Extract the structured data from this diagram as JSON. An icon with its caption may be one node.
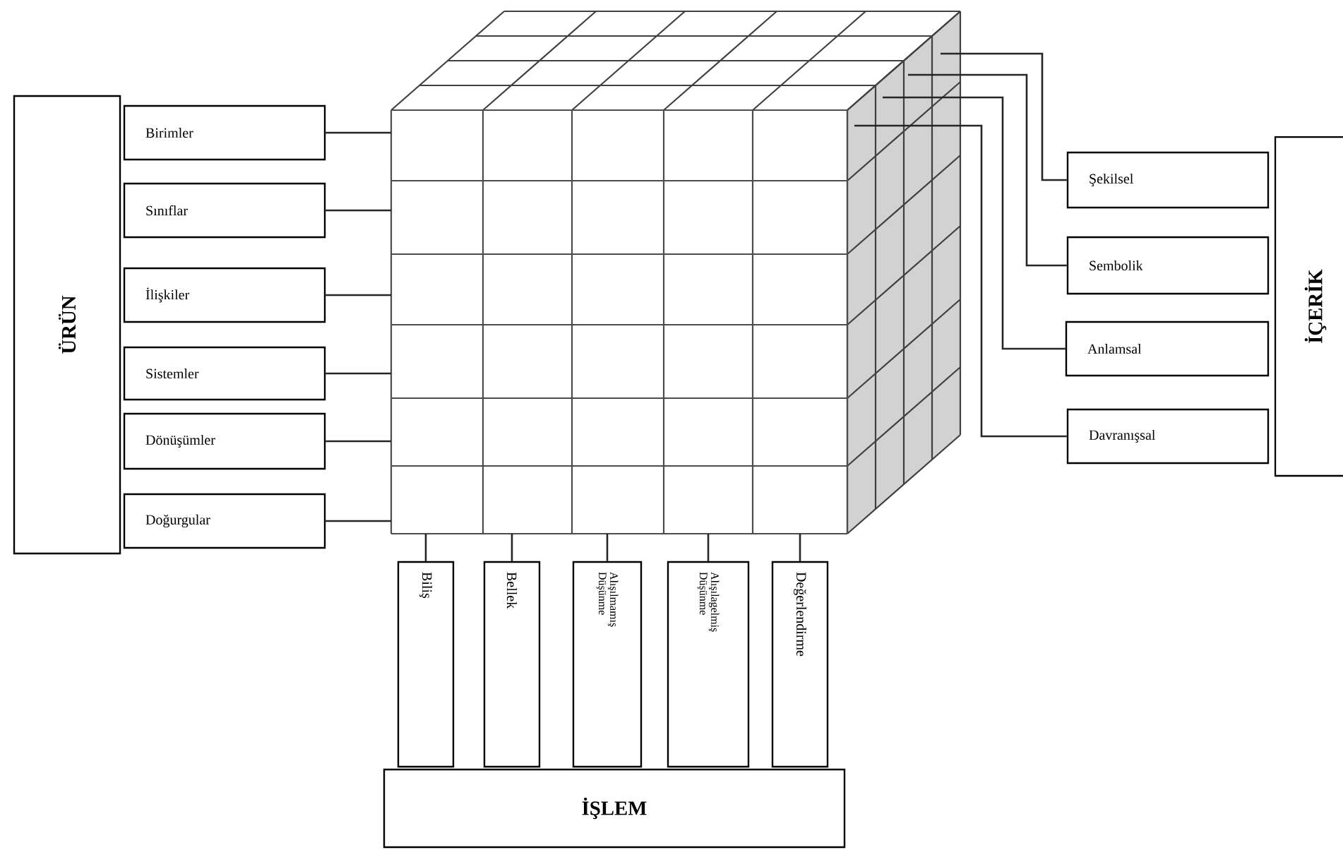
{
  "diagram": {
    "nodes": [
      {
        "text": [
          "ÜRÜN"
        ]
      },
      {
        "text": [
          "Birimler"
        ]
      },
      {
        "text": [
          "Sınıflar"
        ]
      },
      {
        "text": [
          "İlişkiler"
        ]
      },
      {
        "text": [
          "Sistemler"
        ]
      },
      {
        "text": [
          "Dönüşümler"
        ]
      },
      {
        "text": [
          "Doğurgular"
        ]
      },
      {
        "text": [],
        "shape": "picture"
      },
      {
        "text": [
          "Biliş"
        ]
      },
      {
        "text": [
          "Bellek"
        ]
      },
      {
        "text": [
          "Alışılmamış Düşünme"
        ]
      },
      {
        "text": [
          "Alışılagelmiş Düşünme"
        ]
      },
      {
        "text": [
          "Değerlendirme"
        ]
      },
      {
        "text": [
          "İŞLEM"
        ]
      },
      {
        "text": [
          "Şekilsel"
        ]
      },
      {
        "text": [
          "Sembolik"
        ]
      },
      {
        "text": [
          "Anlamsal"
        ]
      },
      {
        "text": [
          "Davranışsal"
        ]
      },
      {
        "text": [
          "İÇERİK"
        ]
      }
    ],
    "edges": [
      {
        "from": 1,
        "to": 7,
        "arrow": "none"
      },
      {
        "from": 2,
        "to": 7,
        "arrow": "none"
      },
      {
        "from": 3,
        "to": 7,
        "arrow": "none"
      },
      {
        "from": 4,
        "to": 7,
        "arrow": "none"
      },
      {
        "from": 5,
        "to": 7,
        "arrow": "none"
      },
      {
        "from": 6,
        "to": 7,
        "arrow": "none"
      },
      {
        "from": 8,
        "to": 7,
        "arrow": "none"
      },
      {
        "from": 9,
        "to": 7,
        "arrow": "none"
      },
      {
        "from": 10,
        "to": 7,
        "arrow": "none"
      },
      {
        "from": 11,
        "to": 7,
        "arrow": "none"
      },
      {
        "from": 12,
        "to": 7,
        "arrow": "none"
      },
      {
        "from": 14,
        "to": 7,
        "arrow": "none"
      },
      {
        "from": 15,
        "to": 7,
        "arrow": "none"
      },
      {
        "from": 16,
        "to": 7,
        "arrow": "none"
      },
      {
        "from": 17,
        "to": 7,
        "arrow": "none"
      }
    ]
  }
}
